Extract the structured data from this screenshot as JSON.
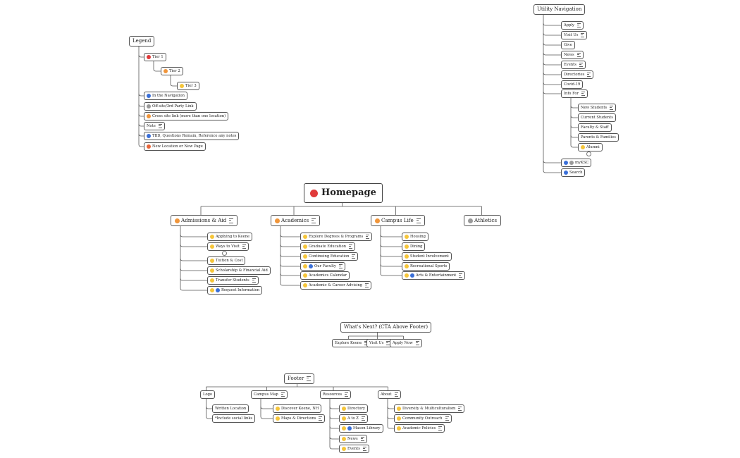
{
  "colors": {
    "tier1": "#e03a3a",
    "tier2": "#f0953a",
    "tier3": "#f5c53a",
    "in_nav": "#3a6fd8",
    "offsite": "#999999",
    "cross_link": "#f0953a",
    "tbd": "#3a6fd8",
    "new_location": "#e8663a",
    "line": "#555555"
  },
  "nodes": {
    "legend": {
      "label": "Legend"
    },
    "tier1": {
      "label": "Tier 1",
      "icon": "tier1-icon"
    },
    "tier2": {
      "label": "Tier 2",
      "icon": "tier2-icon"
    },
    "tier3": {
      "label": "Tier 3",
      "icon": "tier3-icon"
    },
    "in_nav": {
      "label": "In the Navigation",
      "icon": "navigation-icon"
    },
    "offsite": {
      "label": "Off-site/3rd Party Link",
      "icon": "offsite-link-icon"
    },
    "cross": {
      "label": "Cross site link (more than one location)",
      "icon": "cross-link-icon"
    },
    "note": {
      "label": "Note",
      "icon": "notes-icon"
    },
    "tbd": {
      "label": "TBD, Questions Remain, Reference any notes",
      "icon": "question-icon"
    },
    "newloc": {
      "label": "New Location or New Page",
      "icon": "new-location-icon"
    },
    "utility": {
      "label": "Utility Navigation"
    },
    "u_apply": {
      "label": "Apply"
    },
    "u_visit": {
      "label": "Visit Us"
    },
    "u_give": {
      "label": "Give"
    },
    "u_news": {
      "label": "News"
    },
    "u_events": {
      "label": "Events"
    },
    "u_directories": {
      "label": "Directories"
    },
    "u_covid": {
      "label": "Covid-19"
    },
    "u_infofor": {
      "label": "Info For"
    },
    "u_newstudents": {
      "label": "New Students"
    },
    "u_current": {
      "label": "Current Students"
    },
    "u_faculty": {
      "label": "Faculty & Staff"
    },
    "u_parents": {
      "label": "Parents & Families"
    },
    "u_alumni": {
      "label": "Alumni"
    },
    "u_myksc": {
      "label": "myKSC"
    },
    "u_search": {
      "label": "Search"
    },
    "homepage": {
      "label": "Homepage"
    },
    "admissions": {
      "label": "Admissions & Aid"
    },
    "academics": {
      "label": "Academics"
    },
    "campuslife": {
      "label": "Campus Life"
    },
    "athletics": {
      "label": "Athletics"
    },
    "a_applying": {
      "label": "Applying to Keene"
    },
    "a_ways": {
      "label": "Ways to Visit"
    },
    "a_tuition": {
      "label": "Tuition & Cost"
    },
    "a_scholar": {
      "label": "Scholarship & Financial Aid"
    },
    "a_transfer": {
      "label": "Transfer Students"
    },
    "a_request": {
      "label": "Request Information"
    },
    "ac_explore": {
      "label": "Explore Degrees & Programs"
    },
    "ac_grad": {
      "label": "Graduate Education"
    },
    "ac_cont": {
      "label": "Continuing Education"
    },
    "ac_faculty": {
      "label": "Our Faculty"
    },
    "ac_calendar": {
      "label": "Academics Calendar"
    },
    "ac_advising": {
      "label": "Academic & Career Advising"
    },
    "c_housing": {
      "label": "Housing"
    },
    "c_dining": {
      "label": "Dining"
    },
    "c_involve": {
      "label": "Student Involvement"
    },
    "c_rec": {
      "label": "Recreational Sports"
    },
    "c_arts": {
      "label": "Arts & Entertainment"
    },
    "cta": {
      "label": "What's Next? (CTA Above Footer)"
    },
    "cta_explore": {
      "label": "Explore Keene"
    },
    "cta_visit": {
      "label": "Visit Us"
    },
    "cta_apply": {
      "label": "Apply Now"
    },
    "footer": {
      "label": "Footer"
    },
    "f_logo": {
      "label": "Logo"
    },
    "f_written": {
      "label": "Written Location"
    },
    "f_social": {
      "label": "*Include social links"
    },
    "f_campusmap": {
      "label": "Campus Map"
    },
    "f_discover": {
      "label": "Discover Keene, NH"
    },
    "f_maps": {
      "label": "Maps & Directions"
    },
    "f_resources": {
      "label": "Resources"
    },
    "f_directory": {
      "label": "Directory"
    },
    "f_atoz": {
      "label": "A to Z"
    },
    "f_library": {
      "label": "Mason Library"
    },
    "f_news": {
      "label": "News"
    },
    "f_events": {
      "label": "Events"
    },
    "f_about": {
      "label": "About"
    },
    "f_diversity": {
      "label": "Diversity & Multiculturalism"
    },
    "f_community": {
      "label": "Community Outreach"
    },
    "f_policies": {
      "label": "Academic Policies"
    }
  }
}
